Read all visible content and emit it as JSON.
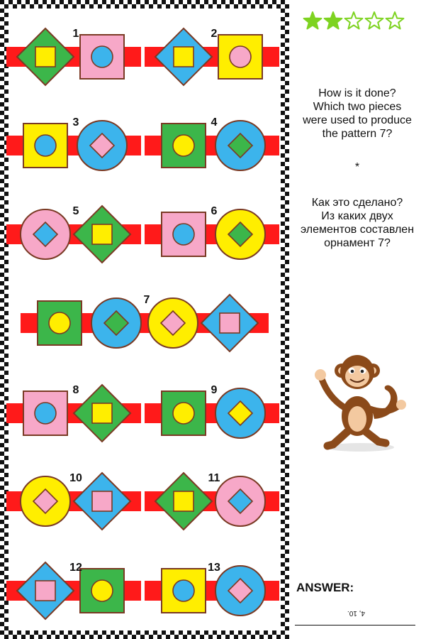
{
  "puzzle": {
    "rating": {
      "filled": 2,
      "total": 5,
      "color": "#7ed321"
    },
    "question_en": "How is it done?\nWhich two pieces\nwere used to produce\nthe pattern 7?",
    "separator": "*",
    "question_ru": "Как это сделано?\nИз каких двух\nэлементов составлен\nорнамент 7?",
    "answer_label": "ANSWER:",
    "answer_upside_down": "4, 10.",
    "palette": {
      "red": "#ff1a1a",
      "green": "#3cb64a",
      "yellow": "#ffee00",
      "pink": "#f7a8c8",
      "blue": "#3cb4ec",
      "outline": "#7a3a24"
    },
    "patterns": [
      {
        "number": "1",
        "shapes": [
          [
            "diamond",
            "green",
            "square",
            "yellow"
          ],
          [
            "square",
            "pink",
            "circle",
            "blue"
          ]
        ]
      },
      {
        "number": "2",
        "shapes": [
          [
            "diamond",
            "blue",
            "square",
            "yellow"
          ],
          [
            "square",
            "yellow",
            "circle",
            "pink"
          ]
        ]
      },
      {
        "number": "3",
        "shapes": [
          [
            "square",
            "yellow",
            "circle",
            "blue"
          ],
          [
            "circle",
            "blue",
            "diamond",
            "pink"
          ]
        ]
      },
      {
        "number": "4",
        "shapes": [
          [
            "square",
            "green",
            "circle",
            "yellow"
          ],
          [
            "circle",
            "blue",
            "diamond",
            "green"
          ]
        ]
      },
      {
        "number": "5",
        "shapes": [
          [
            "circle",
            "pink",
            "diamond",
            "blue"
          ],
          [
            "diamond",
            "green",
            "square",
            "yellow"
          ]
        ]
      },
      {
        "number": "6",
        "shapes": [
          [
            "square",
            "pink",
            "circle",
            "blue"
          ],
          [
            "circle",
            "yellow",
            "diamond",
            "green"
          ]
        ]
      },
      {
        "number": "7",
        "shapes": [
          [
            "square",
            "green",
            "circle",
            "yellow"
          ],
          [
            "circle",
            "blue",
            "diamond",
            "green"
          ],
          [
            "circle",
            "yellow",
            "diamond",
            "pink"
          ],
          [
            "diamond",
            "blue",
            "square",
            "pink"
          ]
        ]
      },
      {
        "number": "8",
        "shapes": [
          [
            "square",
            "pink",
            "circle",
            "blue"
          ],
          [
            "diamond",
            "green",
            "square",
            "yellow"
          ]
        ]
      },
      {
        "number": "9",
        "shapes": [
          [
            "square",
            "green",
            "circle",
            "yellow"
          ],
          [
            "circle",
            "blue",
            "diamond",
            "yellow"
          ]
        ]
      },
      {
        "number": "10",
        "shapes": [
          [
            "circle",
            "yellow",
            "diamond",
            "pink"
          ],
          [
            "diamond",
            "blue",
            "square",
            "pink"
          ]
        ]
      },
      {
        "number": "11",
        "shapes": [
          [
            "diamond",
            "green",
            "square",
            "yellow"
          ],
          [
            "circle",
            "pink",
            "diamond",
            "blue"
          ]
        ]
      },
      {
        "number": "12",
        "shapes": [
          [
            "diamond",
            "blue",
            "square",
            "pink"
          ],
          [
            "square",
            "green",
            "circle",
            "yellow"
          ]
        ]
      },
      {
        "number": "13",
        "shapes": [
          [
            "square",
            "yellow",
            "circle",
            "blue"
          ],
          [
            "circle",
            "blue",
            "diamond",
            "pink"
          ]
        ]
      }
    ]
  }
}
